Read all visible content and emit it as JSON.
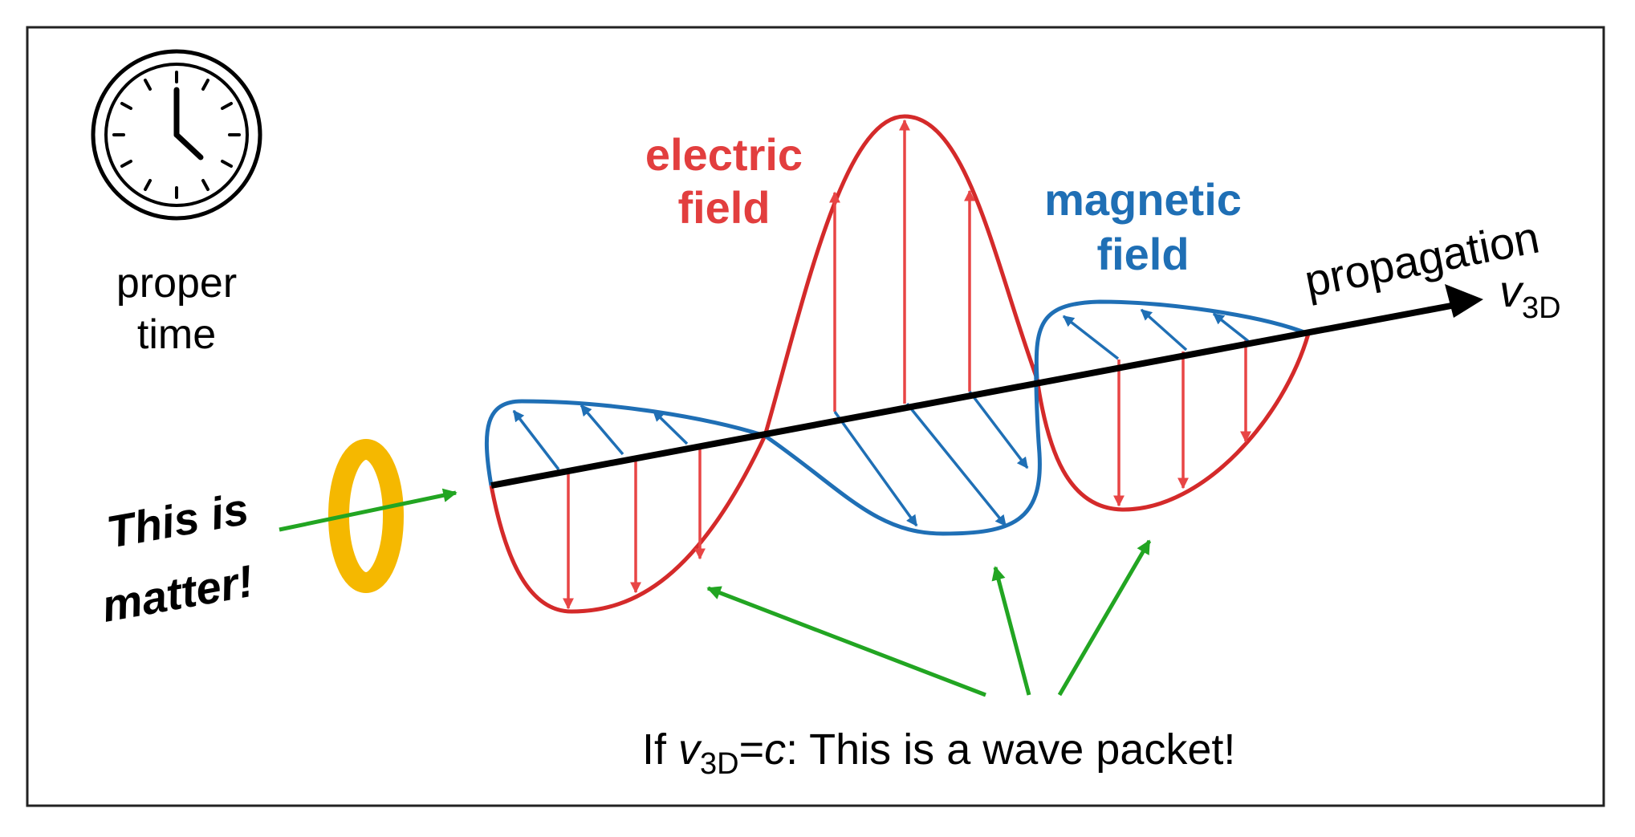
{
  "labels": {
    "clock_caption_line1": "proper",
    "clock_caption_line2": "time",
    "electric_line1": "electric",
    "electric_line2": "field",
    "magnetic_line1": "magnetic",
    "magnetic_line2": "field",
    "propagation": "propagation",
    "velocity_symbol": "v",
    "velocity_subscript": "3D",
    "matter_line1": "This is",
    "matter_line2": "matter!",
    "caption_prefix": "If ",
    "caption_v": "v",
    "caption_sub": "3D",
    "caption_eq": "=",
    "caption_c": "c",
    "caption_rest": ": This is a wave packet!"
  },
  "colors": {
    "electric": "#d42a2a",
    "electric_arrow": "#e84545",
    "magnetic": "#1f6fb5",
    "axis": "#000000",
    "pointer": "#22a522",
    "ring": "#f5b800",
    "frame": "#222222"
  },
  "icons": {
    "clock": "clock-icon",
    "ring": "ring-icon"
  }
}
